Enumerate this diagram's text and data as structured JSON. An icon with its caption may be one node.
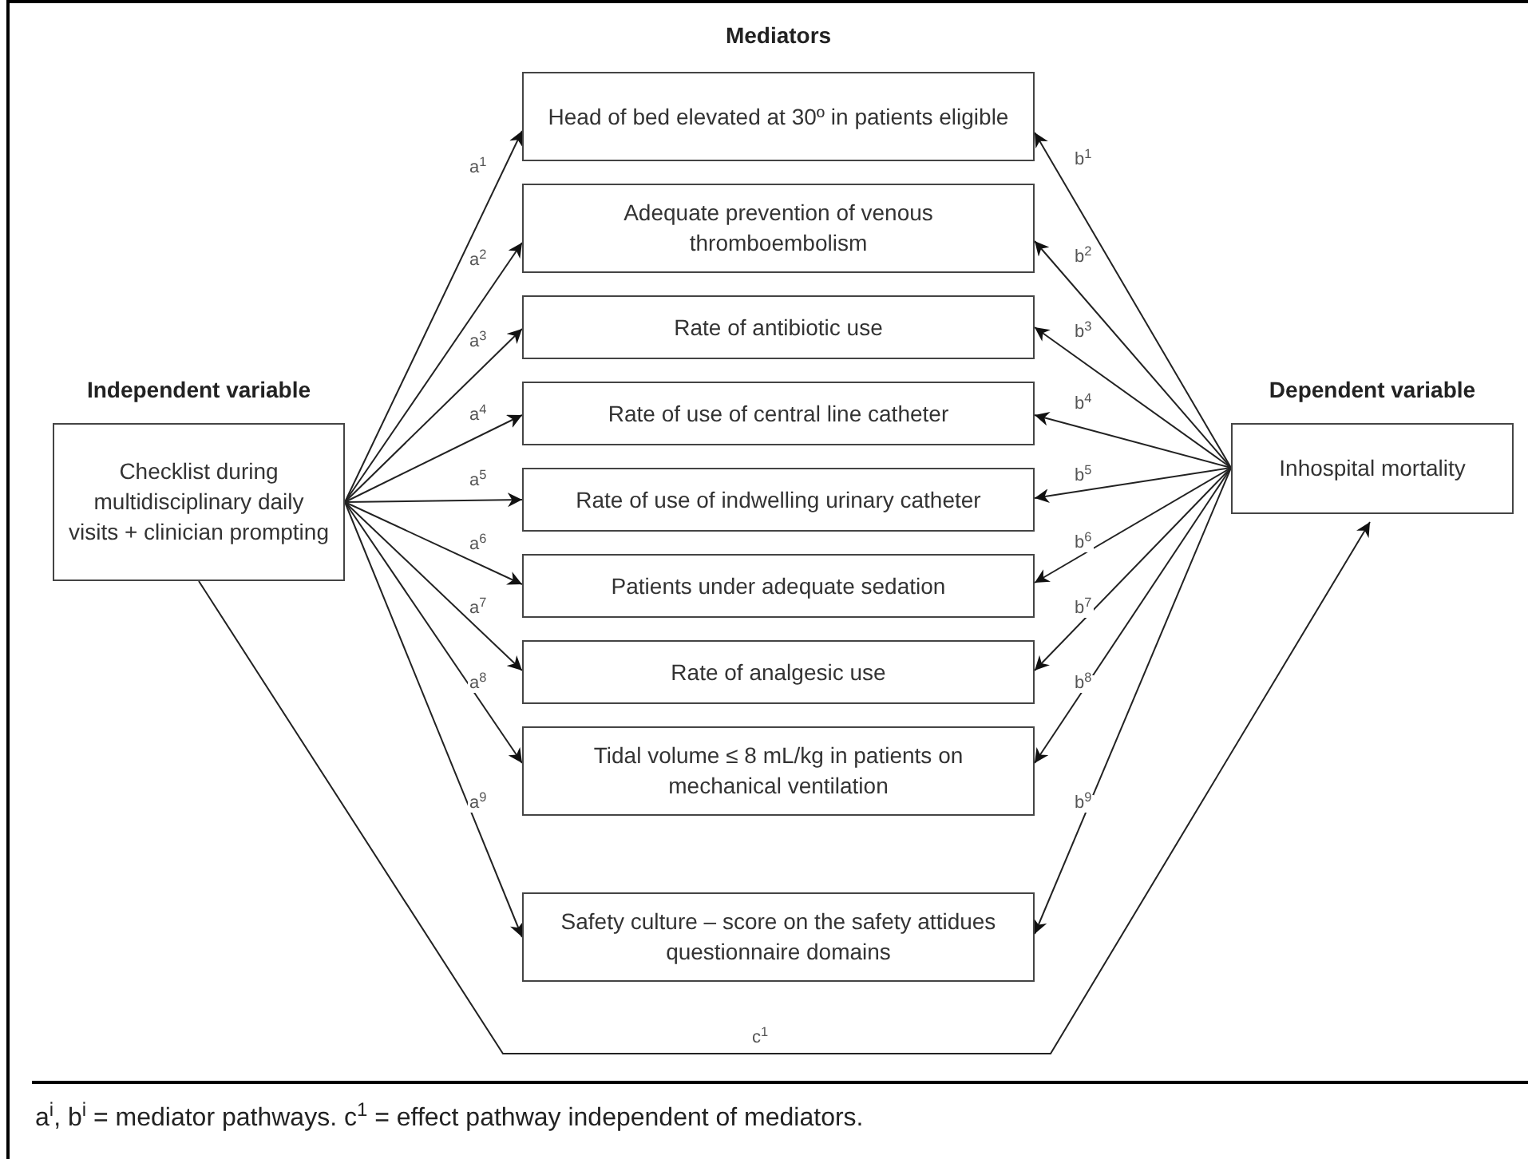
{
  "diagram": {
    "caption": "a$^{i}$, b$^{i}$ = mediator pathways.  c$^{1}$ = effect pathway independent of mediators.",
    "nodes": [
      {
        "text": [
          "Independent variable",
          "Checklist during multidisciplinary daily visits + clinician prompting"
        ]
      },
      {
        "text": [
          "Head of bed elevated at 30º in patients eligible"
        ]
      },
      {
        "text": [
          "Adequate prevention of venous thromboembolism"
        ]
      },
      {
        "text": [
          "Rate of antibiotic use"
        ]
      },
      {
        "text": [
          "Rate of use of central line catheter"
        ]
      },
      {
        "text": [
          "Rate of use of indwelling urinary catheter"
        ]
      },
      {
        "text": [
          "Patients under adequate sedation"
        ]
      },
      {
        "text": [
          "Rate of analgesic use"
        ]
      },
      {
        "text": [
          "Tidal volume ≤ 8 mL/kg in patients on mechanical ventilation"
        ]
      },
      {
        "text": [
          "Safety culture – score on the safety attidues questionnaire domains"
        ]
      },
      {
        "text": [
          "Dependent variable",
          "Inhospital mortality"
        ]
      }
    ],
    "edges": [
      {
        "from": 0,
        "to": 1,
        "arrow": "to",
        "label": "a$^{1}$"
      },
      {
        "from": 0,
        "to": 2,
        "arrow": "to",
        "label": "a$^{2}$"
      },
      {
        "from": 0,
        "to": 3,
        "arrow": "to",
        "label": "a$^{3}$"
      },
      {
        "from": 0,
        "to": 4,
        "arrow": "to",
        "label": "a$^{4}$"
      },
      {
        "from": 0,
        "to": 5,
        "arrow": "to",
        "label": "a$^{5}$"
      },
      {
        "from": 0,
        "to": 6,
        "arrow": "to",
        "label": "a$^{6}$"
      },
      {
        "from": 0,
        "to": 7,
        "arrow": "to",
        "label": "a$^{7}$"
      },
      {
        "from": 0,
        "to": 8,
        "arrow": "to",
        "label": "a$^{8}$"
      },
      {
        "from": 0,
        "to": 9,
        "arrow": "to",
        "label": "a$^{9}$"
      },
      {
        "from": 10,
        "to": 1,
        "arrow": "to",
        "label": "b$^{1}$"
      },
      {
        "from": 10,
        "to": 2,
        "arrow": "to",
        "label": "b$^{2}$"
      },
      {
        "from": 10,
        "to": 3,
        "arrow": "to",
        "label": "b$^{3}$"
      },
      {
        "from": 10,
        "to": 4,
        "arrow": "to",
        "label": "b$^{4}$"
      },
      {
        "from": 10,
        "to": 5,
        "arrow": "to",
        "label": "b$^{5}$"
      },
      {
        "from": 10,
        "to": 6,
        "arrow": "to",
        "label": "b$^{6}$"
      },
      {
        "from": 10,
        "to": 7,
        "arrow": "to",
        "label": "b$^{7}$"
      },
      {
        "from": 10,
        "to": 8,
        "arrow": "to",
        "label": "b$^{8}$"
      },
      {
        "from": 10,
        "to": 9,
        "arrow": "to",
        "label": "b$^{9}$"
      },
      {
        "from": 0,
        "to": 10,
        "arrow": "to",
        "label": "c$^{1}$"
      }
    ],
    "labels": [
      "Mediators"
    ]
  }
}
